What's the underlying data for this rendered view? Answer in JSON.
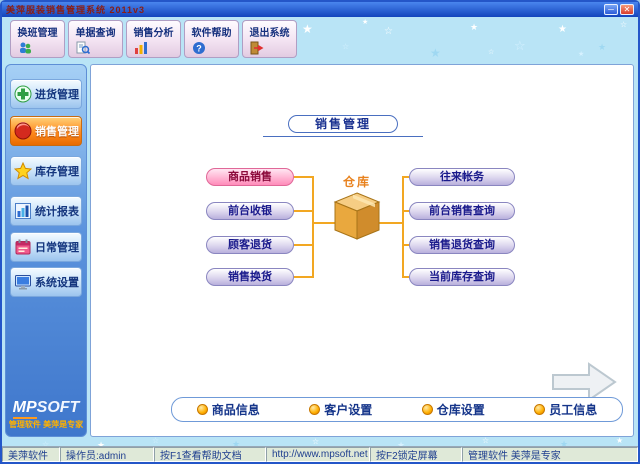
{
  "window": {
    "title": "美萍服装销售管理系统 2011v3",
    "minimize_glyph": "─",
    "close_glyph": "✕"
  },
  "toolbar": {
    "items": [
      {
        "label": "换班管理",
        "icon": "shift-icon"
      },
      {
        "label": "单据查询",
        "icon": "document-search-icon"
      },
      {
        "label": "销售分析",
        "icon": "analysis-chart-icon"
      },
      {
        "label": "软件帮助",
        "icon": "help-icon"
      },
      {
        "label": "退出系统",
        "icon": "exit-icon"
      }
    ]
  },
  "sidebar": {
    "items": [
      {
        "label": "进货管理",
        "icon": "purchase-plus-icon",
        "active": false
      },
      {
        "label": "销售管理",
        "icon": "sales-ball-icon",
        "active": true
      },
      {
        "label": "库存管理",
        "icon": "inventory-star-icon",
        "active": false
      },
      {
        "label": "统计报表",
        "icon": "report-bars-icon",
        "active": false
      },
      {
        "label": "日常管理",
        "icon": "daily-book-icon",
        "active": false
      },
      {
        "label": "系统设置",
        "icon": "settings-monitor-icon",
        "active": false
      }
    ]
  },
  "main": {
    "title": "销售管理",
    "center_node": "仓库",
    "left_nodes": [
      "商品销售",
      "前台收银",
      "顾客退货",
      "销售换货"
    ],
    "right_nodes": [
      "往来帐务",
      "前台销售查询",
      "销售退货查询",
      "当前库存查询"
    ],
    "highlighted_node": "商品销售"
  },
  "footer": {
    "links": [
      "商品信息",
      "客户设置",
      "仓库设置",
      "员工信息"
    ]
  },
  "logo": {
    "mp": "MP",
    "soft": "SOFT",
    "tagline": "管理软件 美萍是专家"
  },
  "statusbar": {
    "segments": [
      "美萍软件",
      "操作员:admin",
      "按F1查看帮助文档",
      "http://www.mpsoft.net",
      "按F2锁定屏幕",
      "管理软件 美萍是专家"
    ]
  },
  "colors": {
    "titlebar_blue": "#1f4fc8",
    "active_sidebar_orange": "#ff8a1e",
    "connector_orange": "#f2a722",
    "highlight_node_pink": "#ff8cba",
    "node_text_navy": "#1a1a8c"
  }
}
